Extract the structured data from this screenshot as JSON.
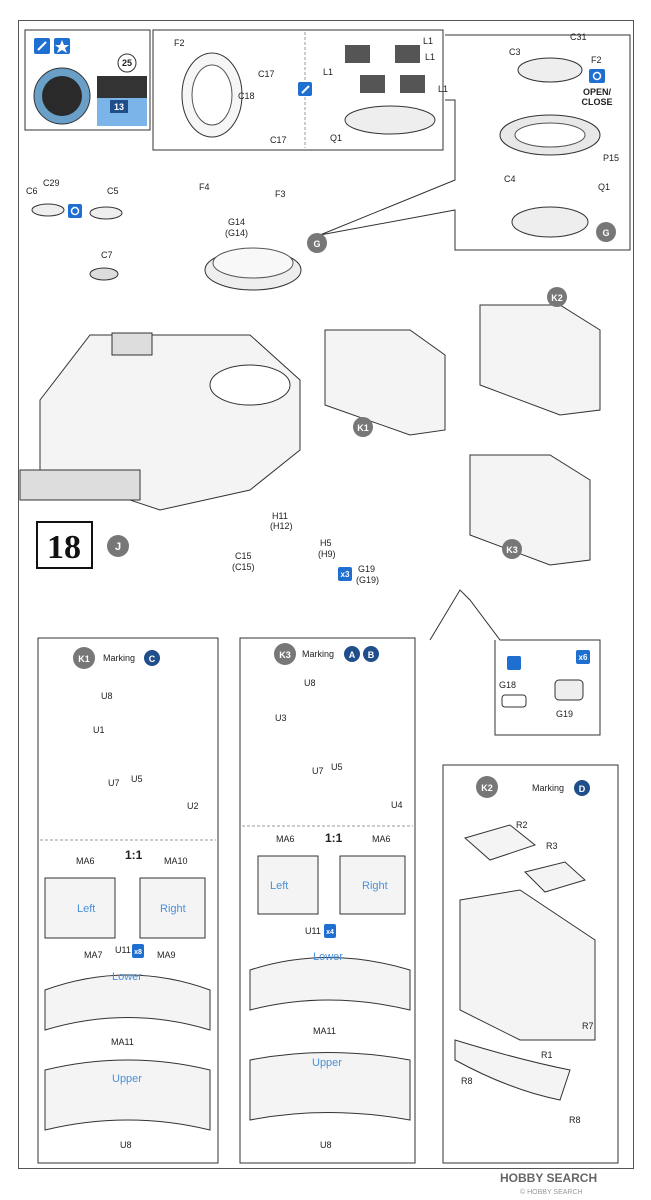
{
  "step": {
    "number": "18",
    "section": "J"
  },
  "top_left_inset": {
    "badge_number": "25",
    "paint_code": "13"
  },
  "top_center_inset": {
    "turret_parts": [
      "F2",
      "C17",
      "C18",
      "C17"
    ],
    "q_parts": [
      "L1",
      "L1",
      "L1",
      "L1",
      "Q1"
    ]
  },
  "g_assembly": {
    "marker": "G",
    "parts": [
      "C31",
      "C3",
      "F2",
      "P15",
      "C4",
      "Q1"
    ],
    "open_close": "OPEN/\nCLOSE"
  },
  "main_parts": {
    "c_parts": [
      "C29",
      "C6",
      "C5",
      "C7"
    ],
    "hatch_parts": [
      "F4",
      "F3",
      "G14",
      "(G14)"
    ],
    "lower_parts": [
      "H11",
      "(H12)",
      "H5",
      "(H9)",
      "C15",
      "(C15)",
      "G19",
      "(G19)"
    ],
    "qty_g19": "x3"
  },
  "bins": {
    "k1": "K1",
    "k2": "K2",
    "k3": "K3"
  },
  "g18_inset": {
    "qty": "x6",
    "parts": [
      "G18",
      "G19"
    ]
  },
  "panel_k1": {
    "title": "K1",
    "marking_label": "Marking",
    "marking_letter": "C",
    "parts": [
      "U8",
      "U1",
      "U7",
      "U5",
      "U2"
    ],
    "scale": "1:1",
    "decals": [
      "MA6",
      "MA10",
      "MA7",
      "MA9",
      "U11",
      "MA11",
      "U8"
    ],
    "qty_u11": "x8",
    "side_left": "Left",
    "side_right": "Right",
    "lower": "Lower",
    "upper": "Upper"
  },
  "panel_k3": {
    "title": "K3",
    "marking_label": "Marking",
    "marking_letters": [
      "A",
      "B"
    ],
    "parts": [
      "U8",
      "U3",
      "U7",
      "U5",
      "U4"
    ],
    "scale": "1:1",
    "decals": [
      "MA6",
      "MA6",
      "U11",
      "MA11",
      "U8"
    ],
    "qty_u11": "x4",
    "side_left": "Left",
    "side_right": "Right",
    "lower": "Lower",
    "upper": "Upper"
  },
  "panel_k2": {
    "title": "K2",
    "marking_label": "Marking",
    "marking_letter": "D",
    "parts": [
      "R2",
      "R3",
      "R7",
      "R1",
      "R8",
      "R8"
    ]
  },
  "footer": {
    "watermark": "HOBBY SEARCH",
    "copyright": "© HOBBY SEARCH"
  }
}
